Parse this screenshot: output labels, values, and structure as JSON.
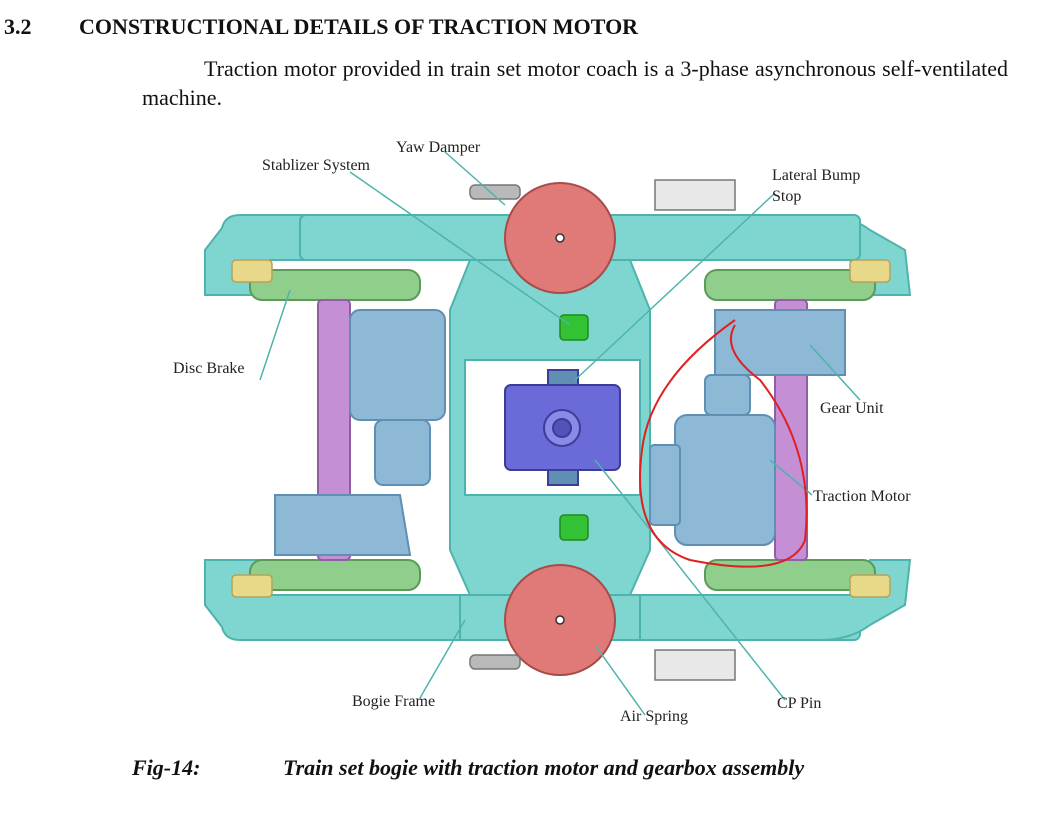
{
  "section": {
    "number": "3.2",
    "title": "CONSTRUCTIONAL DETAILS OF TRACTION MOTOR"
  },
  "paragraph": "Traction motor provided in train set motor coach is a 3-phase asynchronous self-ventilated machine.",
  "figure": {
    "labels": {
      "yaw_damper": "Yaw Damper",
      "stabilizer_system": "Stablizer System",
      "lateral_bump_stop_line1": "Lateral Bump",
      "lateral_bump_stop_line2": "Stop",
      "disc_brake": "Disc Brake",
      "gear_unit": "Gear Unit",
      "traction_motor": "Traction Motor",
      "bogie_frame": "Bogie Frame",
      "air_spring": "Air Spring",
      "cp_pin": "CP Pin"
    },
    "colors": {
      "frame": "#7fd6d0",
      "frame_dark": "#4fb3ad",
      "wheel": "#8fce8b",
      "axle": "#c58fd6",
      "air_spring": "#e07a78",
      "motor": "#8db8d6",
      "motor_dark": "#5f8fb3",
      "center_pivot": "#6a6ad8",
      "stabilizer": "#33c233",
      "annotation": "#e02020"
    }
  },
  "caption": {
    "number": "Fig-14:",
    "text": "Train set bogie with traction motor and gearbox assembly"
  }
}
